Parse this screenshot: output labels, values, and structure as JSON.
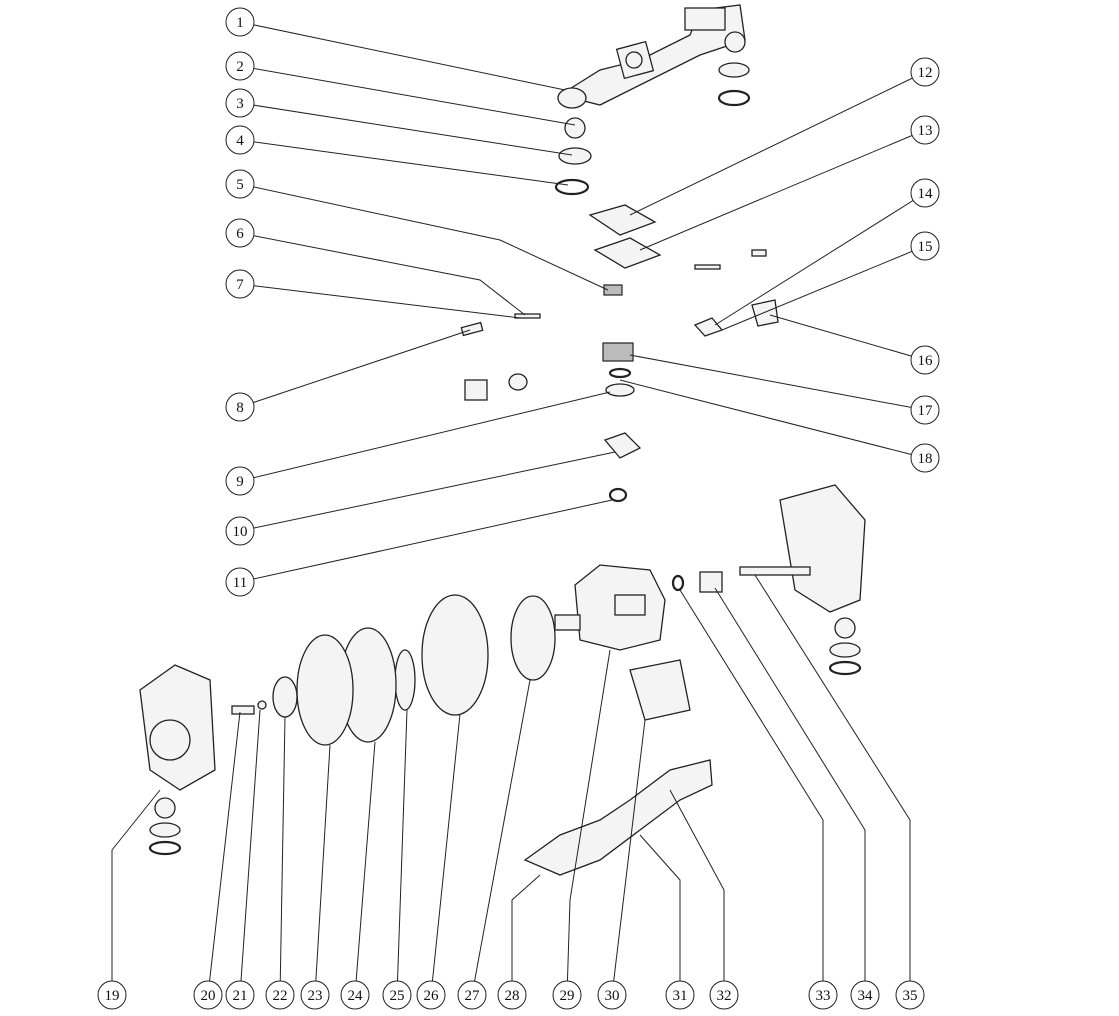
{
  "diagram": {
    "type": "exploded-parts-view",
    "callouts": [
      "1",
      "2",
      "3",
      "4",
      "5",
      "6",
      "7",
      "8",
      "9",
      "10",
      "11",
      "12",
      "13",
      "14",
      "15",
      "16",
      "17",
      "18",
      "19",
      "20",
      "21",
      "22",
      "23",
      "24",
      "25",
      "26",
      "27",
      "28",
      "29",
      "30",
      "31",
      "32",
      "33",
      "34",
      "35"
    ]
  }
}
